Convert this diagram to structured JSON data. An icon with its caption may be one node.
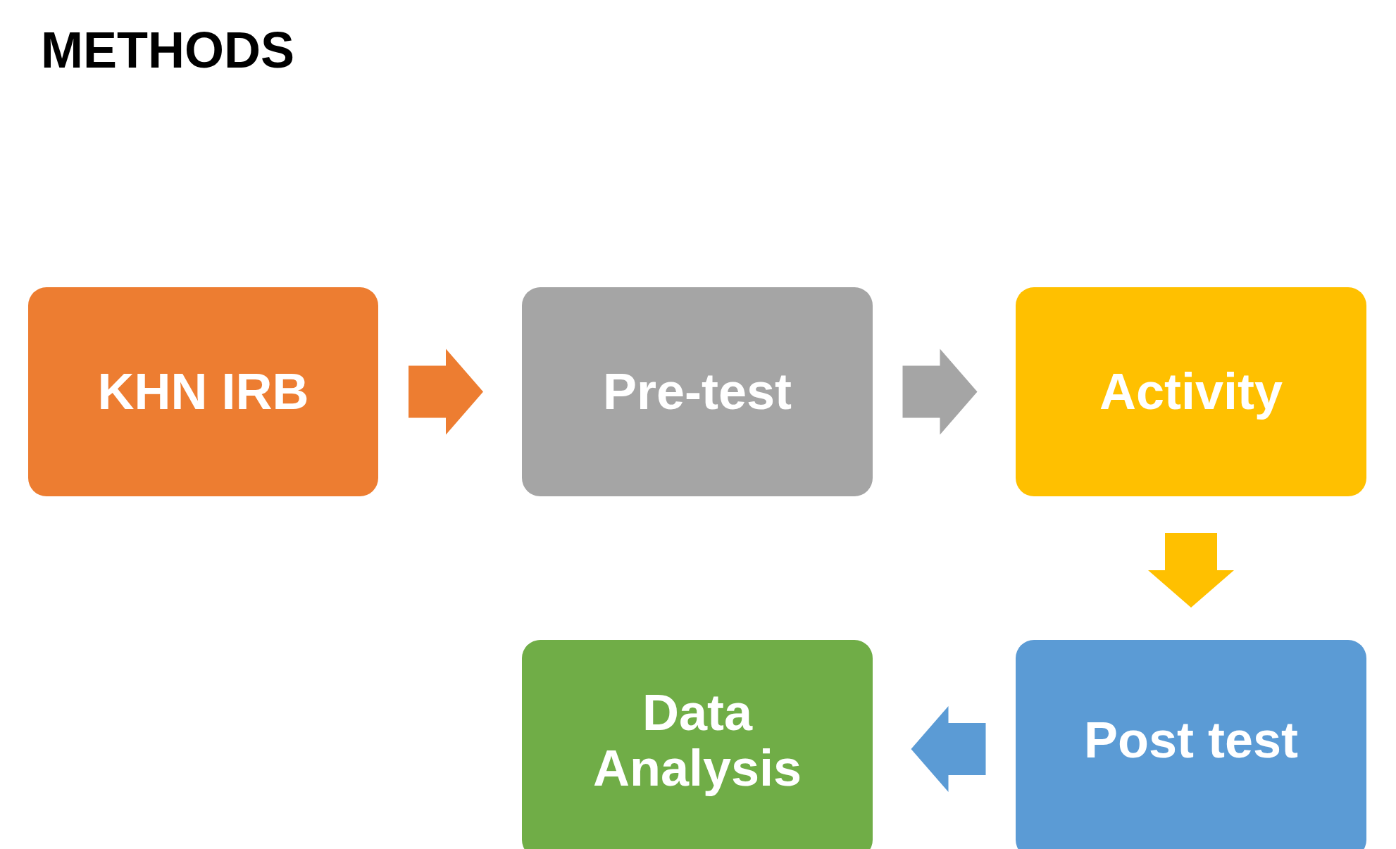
{
  "diagram": {
    "title": "METHODS",
    "nodes": [
      {
        "text": [
          "KHN IRB"
        ]
      },
      {
        "text": [
          "Pre-test"
        ]
      },
      {
        "text": [
          "Activity"
        ]
      },
      {
        "text": [
          "Post test"
        ]
      },
      {
        "text": [
          "Data Analysis"
        ]
      }
    ],
    "edges": [
      {
        "from": 0,
        "to": 1,
        "arrow": "to",
        "style": "thick",
        "color": "#ed7d31"
      },
      {
        "from": 1,
        "to": 2,
        "arrow": "to",
        "style": "thick",
        "color": "#a5a5a5"
      },
      {
        "from": 2,
        "to": 3,
        "arrow": "to",
        "style": "thick",
        "color": "#ffc000"
      },
      {
        "from": 3,
        "to": 4,
        "arrow": "to",
        "style": "thick",
        "color": "#5b9bd5"
      }
    ]
  }
}
